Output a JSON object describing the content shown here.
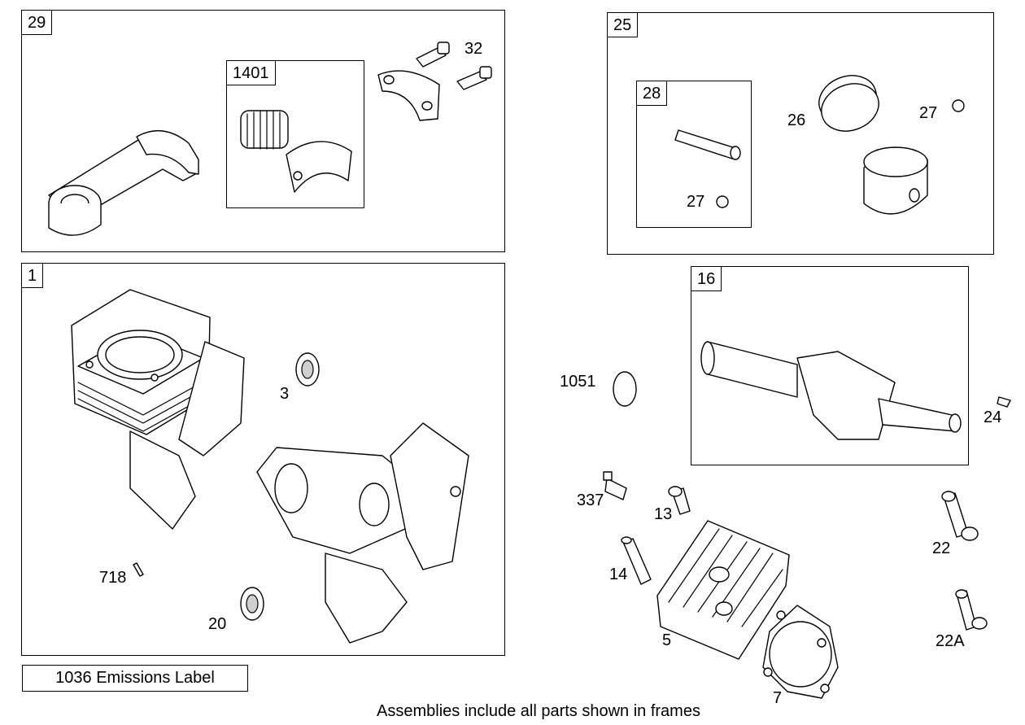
{
  "frames": [
    {
      "id": "29"
    },
    {
      "id": "1401"
    },
    {
      "id": "25"
    },
    {
      "id": "28"
    },
    {
      "id": "1"
    },
    {
      "id": "16"
    }
  ],
  "callouts": {
    "p32": "32",
    "p26": "26",
    "p27a": "27",
    "p27b": "27",
    "p3": "3",
    "p718": "718",
    "p20": "20",
    "p1051": "1051",
    "p24": "24",
    "p337": "337",
    "p13": "13",
    "p22": "22",
    "p14": "14",
    "p5": "5",
    "p22a": "22A",
    "p7": "7"
  },
  "emissions_label": "1036 Emissions Label",
  "footer_note": "Assemblies include all parts shown in frames"
}
